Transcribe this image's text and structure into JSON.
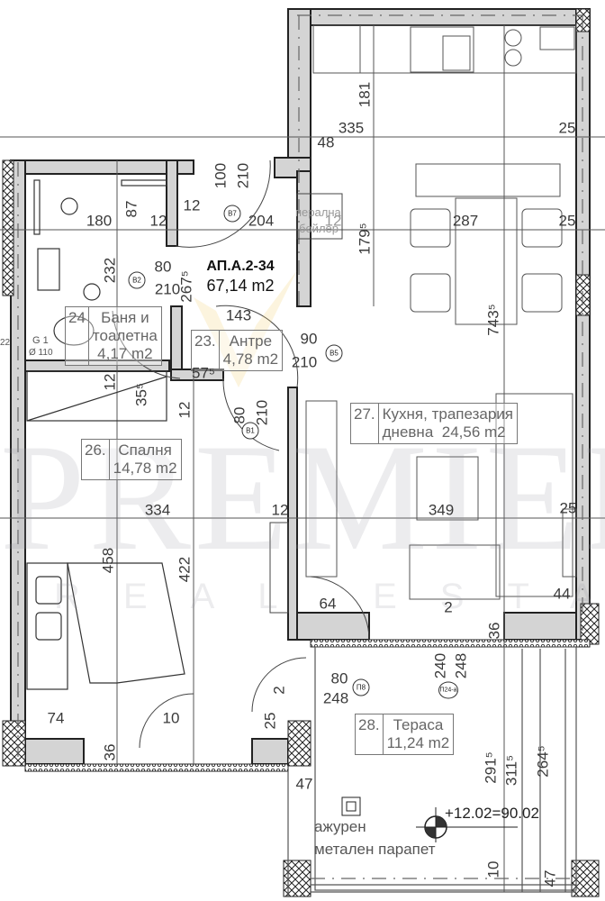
{
  "apartment": {
    "id": "АП.А.2-34",
    "area": "67,14 m2"
  },
  "rooms": [
    {
      "num": "24",
      "name_l1": "Баня и",
      "name_l2": "тоалетна",
      "area": "4,17 m2"
    },
    {
      "num": "23.",
      "name_l1": "Антре",
      "area": "4,78 m2"
    },
    {
      "num": "26.",
      "name_l1": "Спалня",
      "area": "14,78 m2"
    },
    {
      "num": "27.",
      "name_l1": "Кухня, трапезария",
      "name_l2": "дневна",
      "area": "24,56 m2"
    },
    {
      "num": "28.",
      "name_l1": "Тераса",
      "area": "11,24 m2"
    }
  ],
  "dims": [
    "335",
    "25",
    "48",
    "180",
    "87",
    "12",
    "12",
    "204",
    "287",
    "25",
    "12",
    "100",
    "210",
    "143",
    "90",
    "210",
    "80",
    "210",
    "232",
    "267⁵",
    "57⁵",
    "35⁵",
    "12",
    "12",
    "80",
    "210",
    "181",
    "179⁵",
    "743⁵",
    "334",
    "12",
    "349",
    "25",
    "458",
    "422",
    "64",
    "44",
    "2",
    "36",
    "240",
    "248",
    "80",
    "248",
    "2",
    "74",
    "10",
    "25",
    "36",
    "291⁵",
    "311⁵",
    "264⁵",
    "47",
    "10",
    "47"
  ],
  "door_tags": [
    "B7",
    "B2",
    "B5",
    "B1",
    "П8",
    "П24-а"
  ],
  "notes": {
    "laundry_l1": "перална",
    "laundry_l2": "бойлер",
    "level": "+12.02=90.02",
    "railing_l1": "ажурен",
    "railing_l2": "метален парапет",
    "pipe_l1": "G 1",
    "pipe_l2": "Ø 110",
    "pipe_num": "22"
  },
  "watermark": {
    "brand": "PREMIER",
    "sub": "REAL ESTATE"
  },
  "colors": {
    "wall": "#d4d4d4",
    "wall_outline": "#222222",
    "text": "#3a3a3a",
    "logo_accent": "#f5d27a"
  }
}
